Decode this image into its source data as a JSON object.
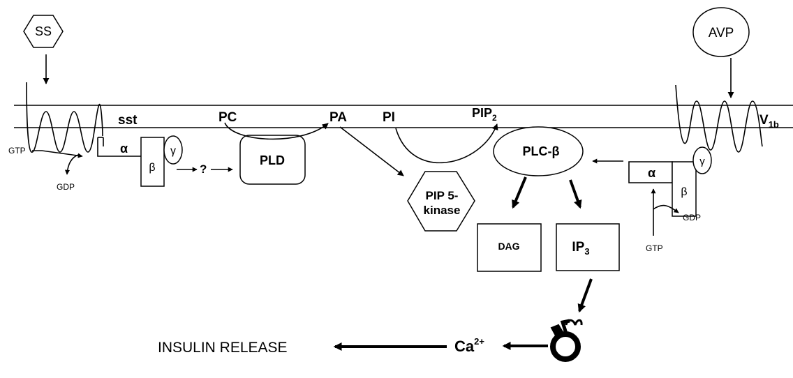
{
  "diagram": {
    "ligands": {
      "ss": "SS",
      "avp": "AVP"
    },
    "receptors": {
      "sst": "sst",
      "v1b_main": "V",
      "v1b_sub": "1b"
    },
    "gprotein": {
      "alpha": "α",
      "beta": "β",
      "gamma": "γ"
    },
    "nucleotides": {
      "gtp": "GTP",
      "gdp": "GDP"
    },
    "unknown": "?",
    "lipids": {
      "pc": "PC",
      "pa": "PA",
      "pi": "PI",
      "pip_main": "PIP",
      "pip_sub": "2"
    },
    "enzymes": {
      "pld": "PLD",
      "pip5k_line1": "PIP 5-",
      "pip5k_line2": "kinase",
      "plc": "PLC-β"
    },
    "second_messengers": {
      "dag": "DAG",
      "ip_main": "IP",
      "ip_sub": "3"
    },
    "calcium": {
      "main": "Ca",
      "sup": "2+"
    },
    "output": "INSULIN RELEASE"
  }
}
